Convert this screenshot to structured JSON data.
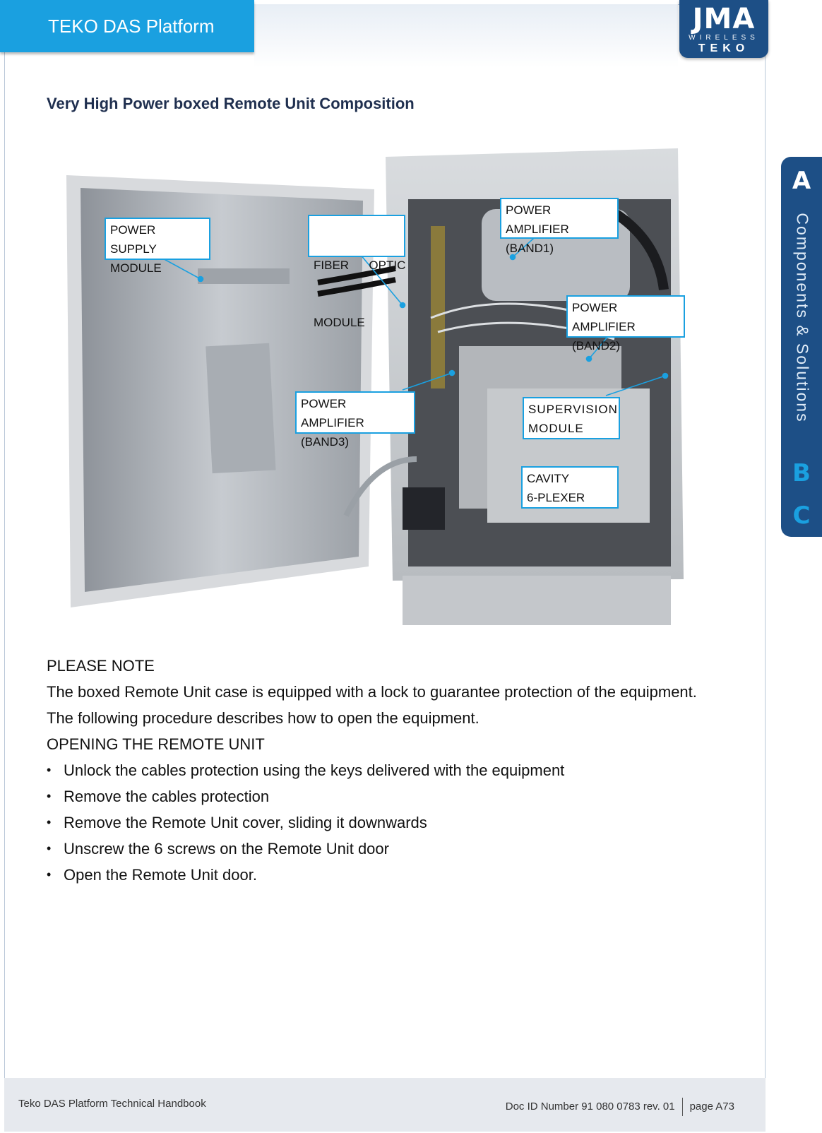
{
  "header": {
    "title": "TEKO DAS Platform"
  },
  "logo": {
    "main": "JMA",
    "sub": "WIRELESS",
    "brand": "TEKO"
  },
  "section": {
    "title": "Very High Power boxed Remote Unit Composition"
  },
  "callouts": {
    "power_supply": [
      "POWER SUPPLY",
      "MODULE"
    ],
    "fiber_optic": [
      "FIBER      OPTIC",
      "MODULE"
    ],
    "pa_band1": [
      "POWER AMPLIFIER",
      "(BAND1)"
    ],
    "pa_band2": [
      "POWER AMPLIFIER",
      "(BAND2)"
    ],
    "pa_band3": [
      "POWER AMPLIFIER",
      "(BAND3)"
    ],
    "supervision": [
      "SUPERVISION",
      "MODULE"
    ],
    "cavity": [
      "CAVITY",
      "6-PLEXER"
    ]
  },
  "side_tab": {
    "letter_a": "A",
    "label": "Components & Solutions",
    "letter_b": "B",
    "letter_c": "C"
  },
  "body": {
    "note_heading": "PLEASE NOTE",
    "para1": "The boxed Remote Unit case is equipped with a lock to guarantee protection of the equipment.",
    "para2": "The following procedure describes how to open the equipment.",
    "opening_heading": "OPENING THE REMOTE UNIT",
    "steps": [
      "Unlock the cables protection using the keys delivered with the equipment",
      "Remove the cables protection",
      "Remove the Remote Unit cover, sliding it downwards",
      "Unscrew the 6 screws on the Remote Unit door",
      "Open the Remote Unit door."
    ]
  },
  "footer": {
    "left": "Teko DAS Platform Technical Handbook",
    "doc_id": "Doc ID Number 91 080 0783 rev. 01",
    "page": "page A73"
  },
  "colors": {
    "accent_blue": "#1aa0e0",
    "navy": "#1d4f86",
    "title_navy": "#1f2f4f"
  }
}
